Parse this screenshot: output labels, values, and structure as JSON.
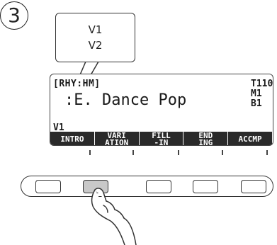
{
  "step": {
    "number": "3"
  },
  "callout": {
    "line1": "V1",
    "line2": "V2"
  },
  "lcd": {
    "top_indicator": "[RHY:HM]",
    "tone_name": ":E. Dance Pop",
    "variation_mode": "V1",
    "right_line1": "T110",
    "right_line2": "M1",
    "right_line3": "B1"
  },
  "softkeys": [
    {
      "label": "INTRO"
    },
    {
      "label": "VARI\nATION"
    },
    {
      "label": "FILL\n-IN"
    },
    {
      "label": "END\nING"
    },
    {
      "label": "ACCMP"
    }
  ],
  "hardware_buttons": {
    "count": 5,
    "pressed_index": 1
  },
  "icons": {
    "pointer": "pressing-hand-icon"
  },
  "colors": {
    "lcd_bar": "#2a2a2a",
    "pressed_button": "#c8c8c8"
  }
}
